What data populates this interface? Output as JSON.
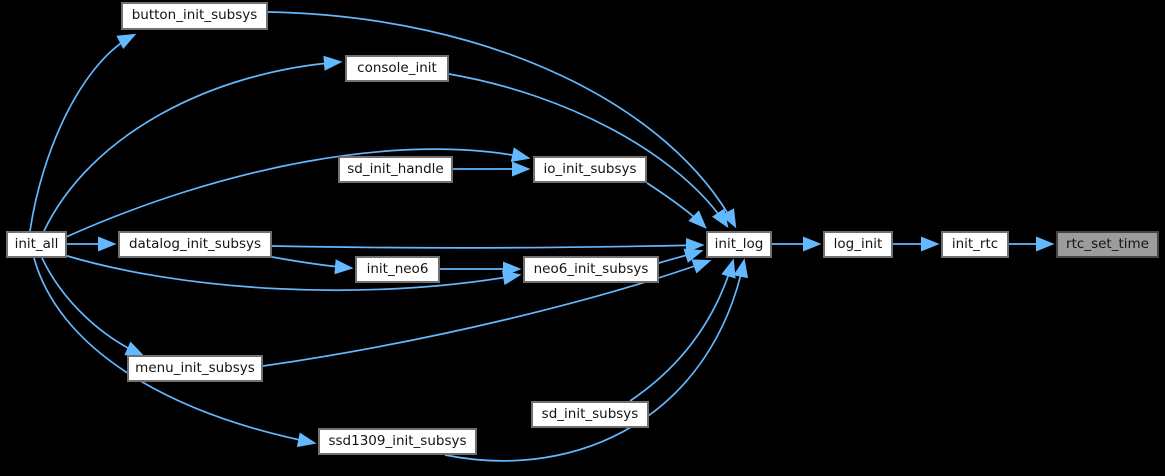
{
  "diagram": {
    "type": "doxygen-call-graph",
    "colors": {
      "background": "#000000",
      "edge": "#63B8FF",
      "node_fill": "#ffffff",
      "node_border": "#707070",
      "node_text": "#141414",
      "highlight_fill": "#9c9c9c",
      "highlight_border": "#454545"
    },
    "nodes": [
      {
        "id": "init_all",
        "label": "init_all",
        "highlighted": false
      },
      {
        "id": "button_init_subsys",
        "label": "button_init_subsys",
        "highlighted": false
      },
      {
        "id": "console_init",
        "label": "console_init",
        "highlighted": false
      },
      {
        "id": "sd_init_handle",
        "label": "sd_init_handle",
        "highlighted": false
      },
      {
        "id": "io_init_subsys",
        "label": "io_init_subsys",
        "highlighted": false
      },
      {
        "id": "datalog_init_subsys",
        "label": "datalog_init_subsys",
        "highlighted": false
      },
      {
        "id": "init_neo6",
        "label": "init_neo6",
        "highlighted": false
      },
      {
        "id": "neo6_init_subsys",
        "label": "neo6_init_subsys",
        "highlighted": false
      },
      {
        "id": "menu_init_subsys",
        "label": "menu_init_subsys",
        "highlighted": false
      },
      {
        "id": "sd_init_subsys",
        "label": "sd_init_subsys",
        "highlighted": false
      },
      {
        "id": "ssd1309_init_subsys",
        "label": "ssd1309_init_subsys",
        "highlighted": false
      },
      {
        "id": "init_log",
        "label": "init_log",
        "highlighted": false
      },
      {
        "id": "log_init",
        "label": "log_init",
        "highlighted": false
      },
      {
        "id": "init_rtc",
        "label": "init_rtc",
        "highlighted": false
      },
      {
        "id": "rtc_set_time",
        "label": "rtc_set_time",
        "highlighted": true
      }
    ],
    "edges": [
      {
        "from": "init_all",
        "to": "button_init_subsys"
      },
      {
        "from": "init_all",
        "to": "console_init"
      },
      {
        "from": "init_all",
        "to": "io_init_subsys"
      },
      {
        "from": "init_all",
        "to": "datalog_init_subsys"
      },
      {
        "from": "init_all",
        "to": "neo6_init_subsys"
      },
      {
        "from": "init_all",
        "to": "menu_init_subsys"
      },
      {
        "from": "init_all",
        "to": "ssd1309_init_subsys"
      },
      {
        "from": "sd_init_handle",
        "to": "io_init_subsys"
      },
      {
        "from": "datalog_init_subsys",
        "to": "init_neo6"
      },
      {
        "from": "init_neo6",
        "to": "neo6_init_subsys"
      },
      {
        "from": "button_init_subsys",
        "to": "init_log"
      },
      {
        "from": "console_init",
        "to": "init_log"
      },
      {
        "from": "io_init_subsys",
        "to": "init_log"
      },
      {
        "from": "datalog_init_subsys",
        "to": "init_log"
      },
      {
        "from": "neo6_init_subsys",
        "to": "init_log"
      },
      {
        "from": "menu_init_subsys",
        "to": "init_log"
      },
      {
        "from": "sd_init_subsys",
        "to": "init_log"
      },
      {
        "from": "ssd1309_init_subsys",
        "to": "init_log"
      },
      {
        "from": "init_log",
        "to": "log_init"
      },
      {
        "from": "log_init",
        "to": "init_rtc"
      },
      {
        "from": "init_rtc",
        "to": "rtc_set_time"
      }
    ]
  }
}
